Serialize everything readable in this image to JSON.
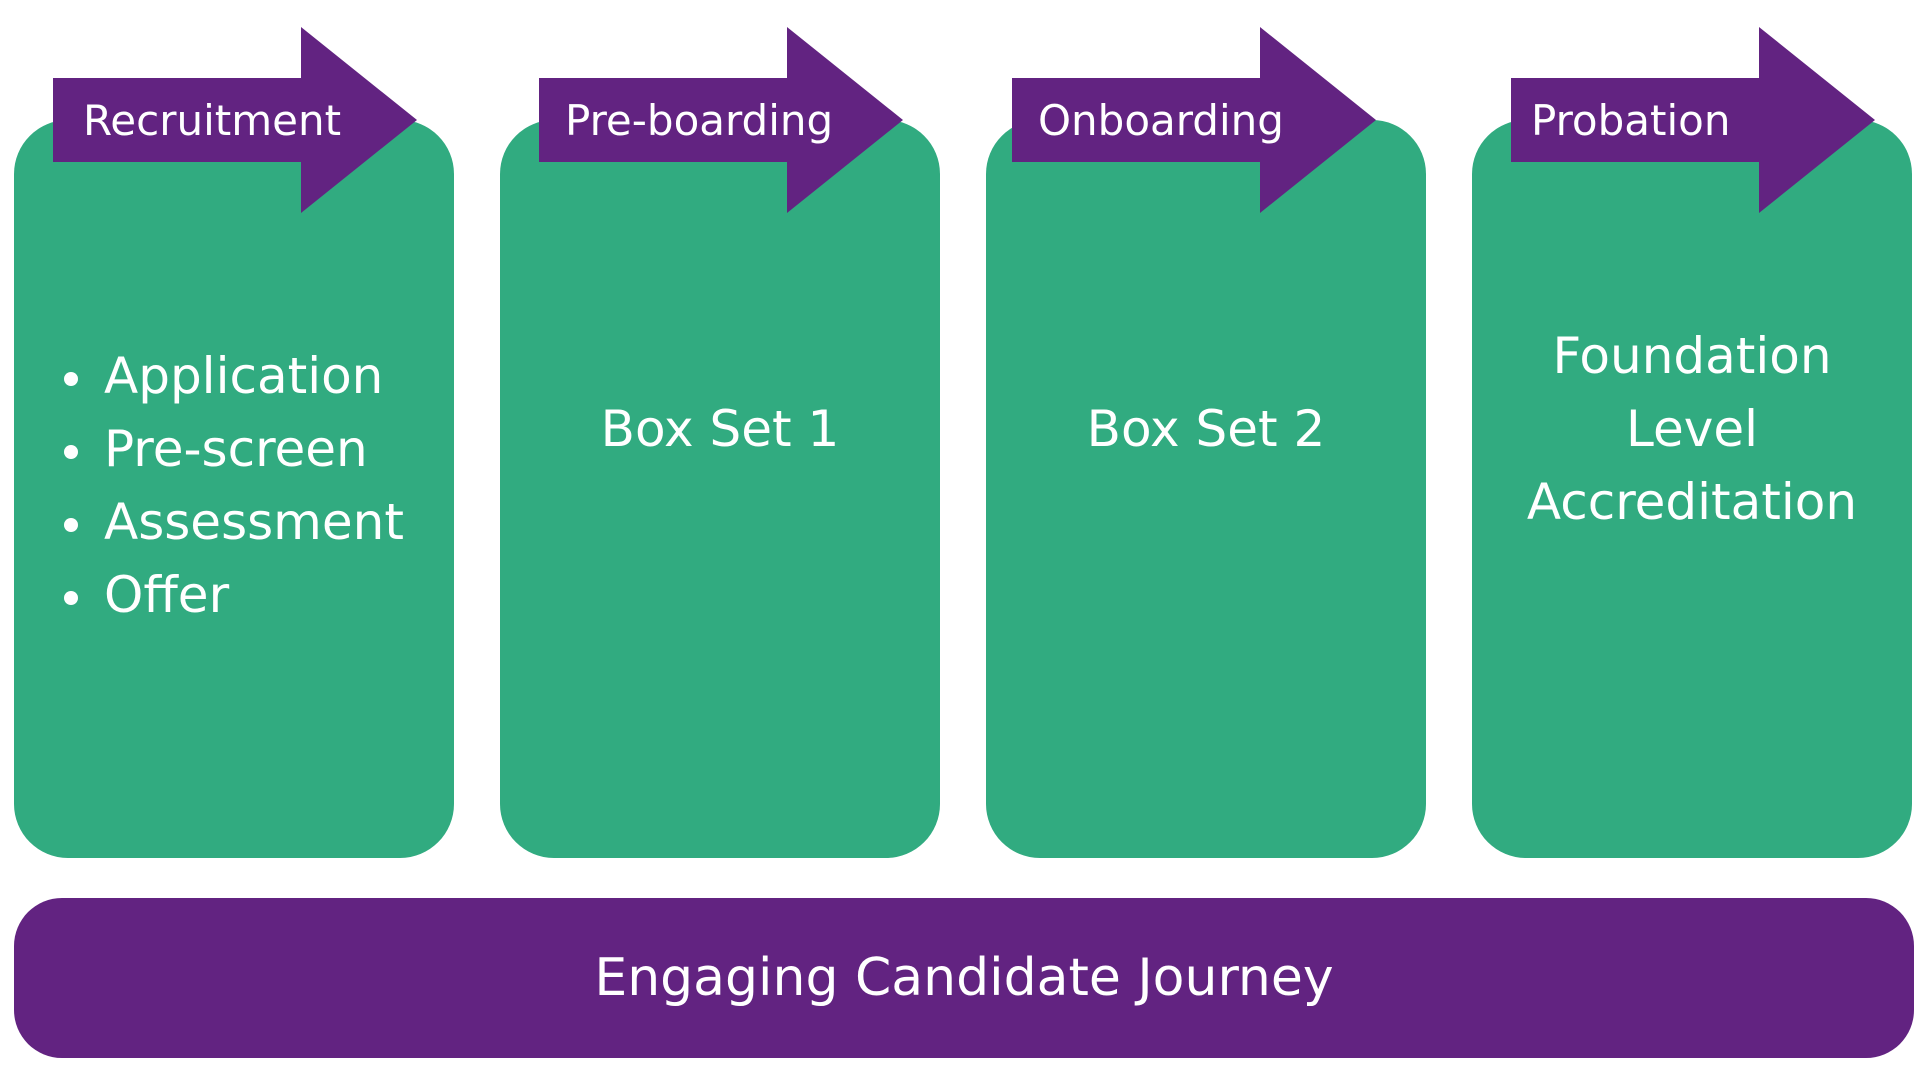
{
  "colors": {
    "card_green": "#31AB80",
    "purple": "#622381",
    "text": "#ffffff",
    "background": "#ffffff"
  },
  "stages": [
    {
      "label": "Recruitment",
      "items": [
        "Application",
        "Pre-screen",
        "Assessment",
        "Offer"
      ]
    },
    {
      "label": "Pre-boarding",
      "text": "Box Set 1"
    },
    {
      "label": "Onboarding",
      "text": "Box Set 2"
    },
    {
      "label": "Probation",
      "lines": [
        "Foundation",
        "Level",
        "Accreditation"
      ]
    }
  ],
  "banner": {
    "text": "Engaging Candidate Journey"
  }
}
